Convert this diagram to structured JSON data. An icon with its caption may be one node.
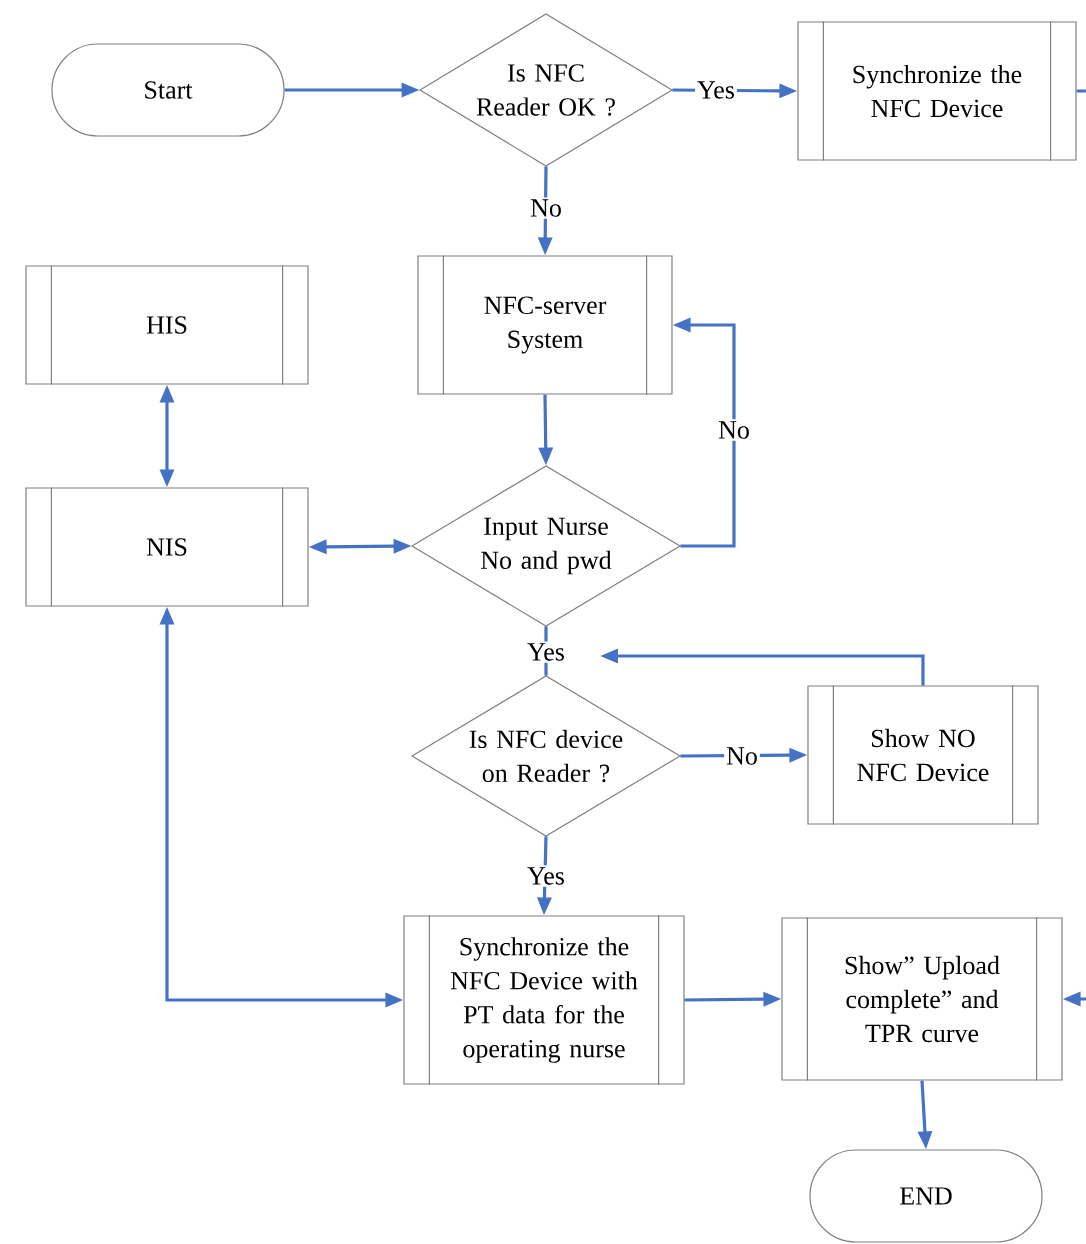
{
  "diagram": {
    "nodes": [
      {
        "text": [
          "Start"
        ]
      },
      {
        "text": [
          "Is NFC Reader OK ?"
        ]
      },
      {
        "text": [
          "Synchronize the NFC Device"
        ]
      },
      {
        "text": [
          "HIS"
        ]
      },
      {
        "text": [
          "NFC-server System"
        ]
      },
      {
        "text": [
          "NIS"
        ]
      },
      {
        "text": [
          "Input Nurse No and pwd"
        ]
      },
      {
        "text": [
          "Is NFC device on Reader ?"
        ]
      },
      {
        "text": [
          "Show NO NFC Device"
        ]
      },
      {
        "text": [
          "Synchronize the NFC Device with PT data for the operating nurse"
        ]
      },
      {
        "text": [
          "Show” Upload complete” and TPR curve"
        ]
      },
      {
        "text": [
          "END"
        ]
      }
    ],
    "edges": [
      {
        "from": 0,
        "to": 1,
        "arrow": "to"
      },
      {
        "from": 1,
        "to": 2,
        "arrow": "to",
        "label": "Yes"
      },
      {
        "from": 2,
        "to": null,
        "arrow": "none"
      },
      {
        "from": 1,
        "to": 4,
        "arrow": "to",
        "label": "No"
      },
      {
        "from": 4,
        "to": 6,
        "arrow": "to"
      },
      {
        "from": 6,
        "to": 4,
        "arrow": "to",
        "label": "No"
      },
      {
        "from": 3,
        "to": 5,
        "arrow": "both"
      },
      {
        "from": 5,
        "to": 6,
        "arrow": "both"
      },
      {
        "from": 6,
        "to": 7,
        "arrow": "none",
        "label": "Yes"
      },
      {
        "from": 8,
        "to": 7,
        "arrow": "to"
      },
      {
        "from": 7,
        "to": 8,
        "arrow": "to",
        "label": "No"
      },
      {
        "from": 7,
        "to": 9,
        "arrow": "to",
        "label": "Yes"
      },
      {
        "from": 5,
        "to": 9,
        "arrow": "both"
      },
      {
        "from": 9,
        "to": 10,
        "arrow": "to"
      },
      {
        "from": 10,
        "to": 11,
        "arrow": "to"
      },
      {
        "from": null,
        "to": 10,
        "arrow": "to"
      }
    ]
  }
}
